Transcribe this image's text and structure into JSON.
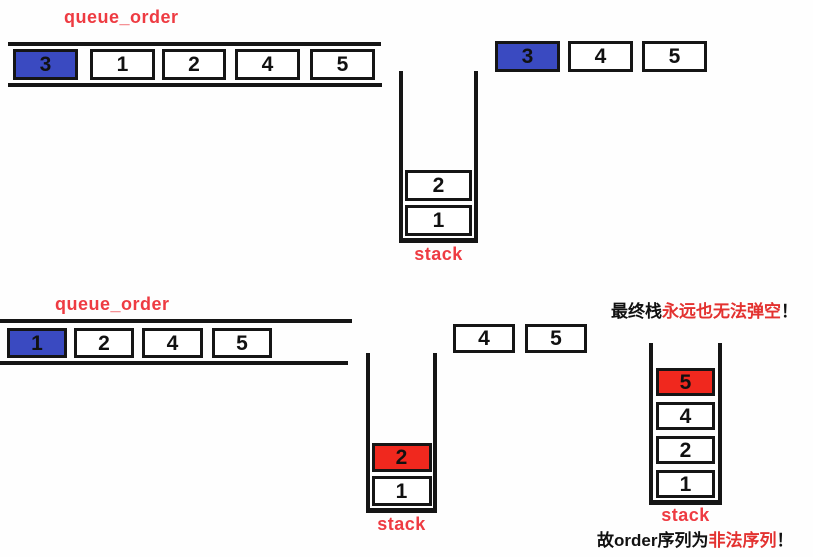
{
  "colors": {
    "highlight_blue": "#3a4ac1",
    "highlight_red": "#f0281e",
    "label_red": "#ee3b42",
    "note_red": "#e33230",
    "line_black": "#151515"
  },
  "top_section": {
    "queue_label": "queue_order",
    "queue_items": [
      {
        "value": "3",
        "highlight": "blue"
      },
      {
        "value": "1",
        "highlight": "none"
      },
      {
        "value": "2",
        "highlight": "none"
      },
      {
        "value": "4",
        "highlight": "none"
      },
      {
        "value": "5",
        "highlight": "none"
      }
    ],
    "popped_items": [
      {
        "value": "3",
        "highlight": "blue"
      },
      {
        "value": "4",
        "highlight": "none"
      },
      {
        "value": "5",
        "highlight": "none"
      }
    ],
    "stack": {
      "label": "stack",
      "items_top_to_bottom": [
        {
          "value": "2",
          "highlight": "none"
        },
        {
          "value": "1",
          "highlight": "none"
        }
      ]
    }
  },
  "bottom_section": {
    "queue_label": "queue_order",
    "queue_items": [
      {
        "value": "1",
        "highlight": "blue"
      },
      {
        "value": "2",
        "highlight": "none"
      },
      {
        "value": "4",
        "highlight": "none"
      },
      {
        "value": "5",
        "highlight": "none"
      }
    ],
    "pending_items": [
      {
        "value": "4",
        "highlight": "none"
      },
      {
        "value": "5",
        "highlight": "none"
      }
    ],
    "mid_stack": {
      "label": "stack",
      "items_top_to_bottom": [
        {
          "value": "2",
          "highlight": "red"
        },
        {
          "value": "1",
          "highlight": "none"
        }
      ]
    },
    "final_stack": {
      "label": "stack",
      "items_top_to_bottom": [
        {
          "value": "5",
          "highlight": "red"
        },
        {
          "value": "4",
          "highlight": "none"
        },
        {
          "value": "2",
          "highlight": "none"
        },
        {
          "value": "1",
          "highlight": "none"
        }
      ]
    },
    "note_final_stack": {
      "black_prefix": "最终栈",
      "red_text": "永远也无法弹空",
      "black_suffix": "！"
    },
    "note_conclusion": {
      "black_prefix": "故order序列为",
      "red_text": "非法序列",
      "black_suffix": "！"
    }
  }
}
